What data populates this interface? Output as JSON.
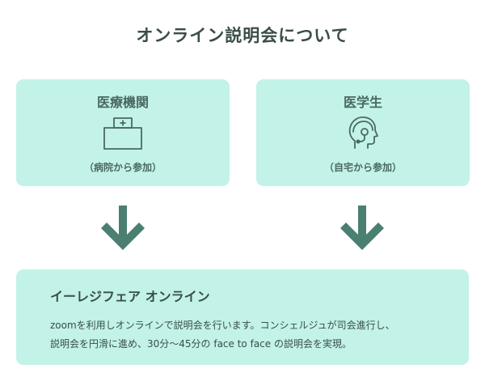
{
  "title": "オンライン説明会について",
  "cards": {
    "medical": {
      "title": "医療機関",
      "subtitle": "（病院から参加）",
      "icon": "hospital-icon"
    },
    "student": {
      "title": "医学生",
      "subtitle": "（自宅から参加）",
      "icon": "headset-person-icon"
    }
  },
  "bottom": {
    "title": "イーレジフェア オンライン",
    "description": "zoomを利用しオンラインで説明会を行います。コンシェルジュが司会進行し、\n説明会を円滑に進め、30分〜45分の face to face の説明会を実現。"
  },
  "colors": {
    "card_bg": "#c2f2e8",
    "arrow": "#4a7f71",
    "text": "#3a4d49"
  }
}
